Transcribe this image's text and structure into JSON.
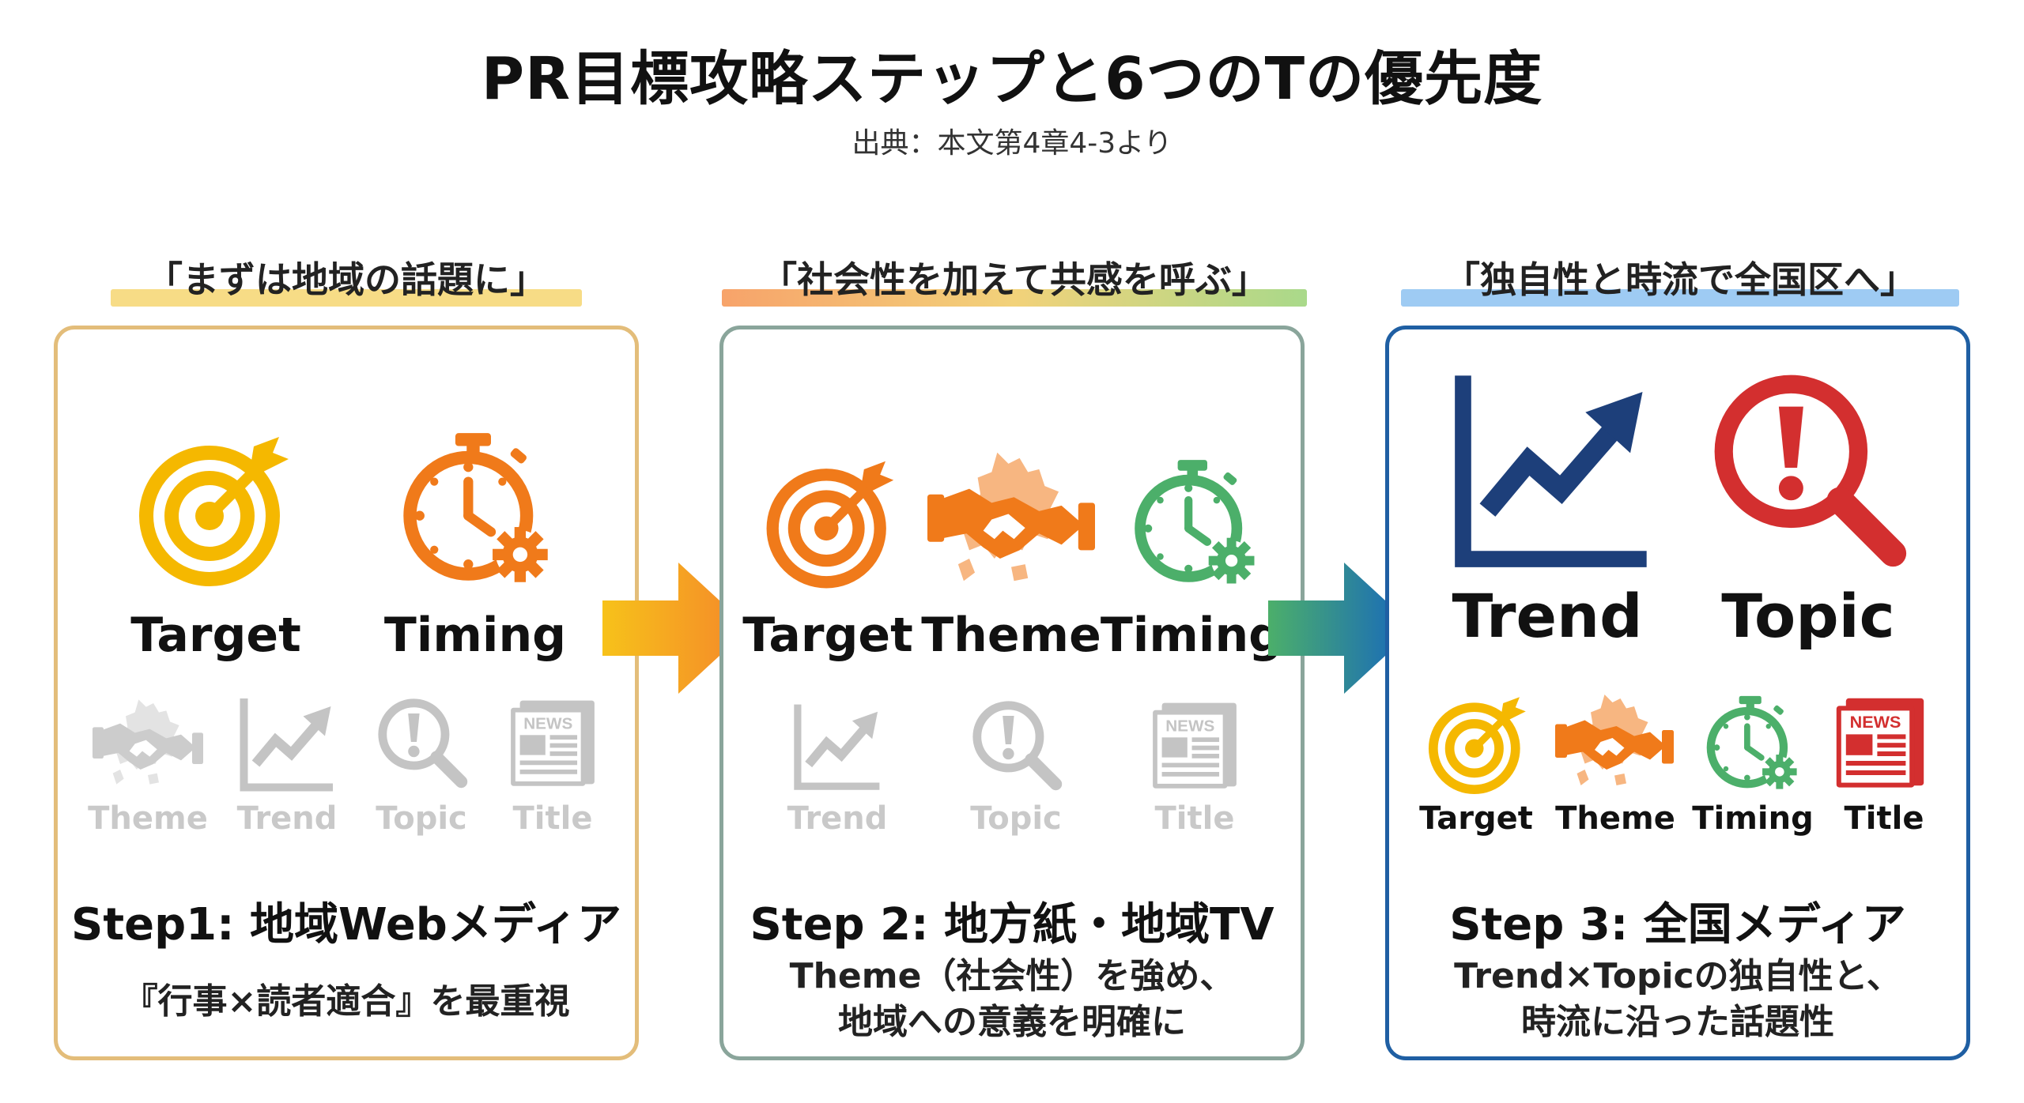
{
  "title": "PR目標攻略ステップと6つのTの優先度",
  "subtitle": "出典：本文第4章4-3より",
  "steps": [
    {
      "caption": "「まずは地域の話題に」",
      "caption_color": "#f7dc86",
      "primary": [
        {
          "label": "Target",
          "icon": "target-icon"
        },
        {
          "label": "Timing",
          "icon": "stopwatch-gear-icon"
        }
      ],
      "secondary": [
        {
          "label": "Theme",
          "icon": "handshake-icon"
        },
        {
          "label": "Trend",
          "icon": "trend-chart-icon"
        },
        {
          "label": "Topic",
          "icon": "magnifier-exclamation-icon"
        },
        {
          "label": "Title",
          "icon": "newspaper-icon"
        }
      ],
      "step_title": "Step1: 地域Webメディア",
      "description": [
        "『行事×読者適合』を最重視"
      ]
    },
    {
      "caption": "「社会性を加えて共感を呼ぶ」",
      "caption_color": "#f7b27a",
      "caption_color2": "#b7dc8a",
      "primary": [
        {
          "label": "Target",
          "icon": "target-icon"
        },
        {
          "label": "Theme",
          "icon": "handshake-icon"
        },
        {
          "label": "Timing",
          "icon": "stopwatch-gear-icon"
        }
      ],
      "secondary": [
        {
          "label": "Trend",
          "icon": "trend-chart-icon"
        },
        {
          "label": "Topic",
          "icon": "magnifier-exclamation-icon"
        },
        {
          "label": "Title",
          "icon": "newspaper-icon"
        }
      ],
      "step_title": "Step 2: 地方紙・地域TV",
      "description": [
        "Theme（社会性）を強め、",
        "地域への意義を明確に"
      ]
    },
    {
      "caption": "「独自性と時流で全国区へ」",
      "caption_color": "#9ecbf3",
      "primary": [
        {
          "label": "Trend",
          "icon": "trend-chart-icon"
        },
        {
          "label": "Topic",
          "icon": "magnifier-exclamation-icon"
        }
      ],
      "secondary": [
        {
          "label": "Target",
          "icon": "target-icon"
        },
        {
          "label": "Theme",
          "icon": "handshake-icon"
        },
        {
          "label": "Timing",
          "icon": "stopwatch-gear-icon"
        },
        {
          "label": "Title",
          "icon": "newspaper-icon"
        }
      ],
      "step_title": "Step 3: 全国メディア",
      "description": [
        "Trend×Topicの独自性と、",
        "時流に沿った話題性"
      ]
    }
  ],
  "colors": {
    "panel1_border": "#e3bd7a",
    "panel2_border": "#8aa59b",
    "panel3_border": "#1f5fa3",
    "yellow": "#f5b800",
    "orange": "#f07a1a",
    "green": "#4caf6a",
    "navy": "#1d3f7a",
    "red": "#d32f2f",
    "grey": "#c9c9c9"
  }
}
